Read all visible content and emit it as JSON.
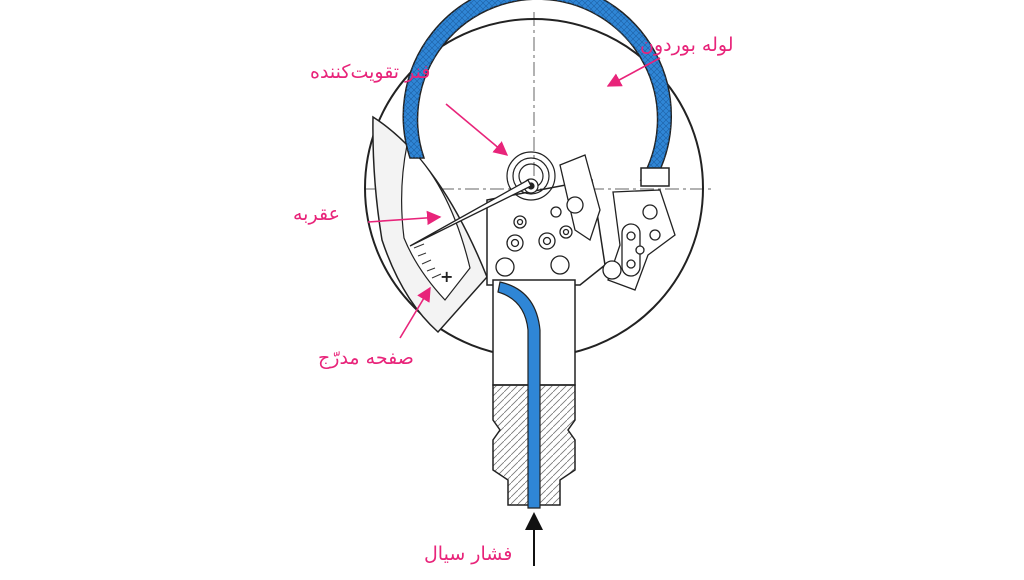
{
  "labels": {
    "bourdon_tube": "لوله بوردون",
    "reinforcing_spring": "فنر تقویت‌کننده",
    "pointer": "عقربه",
    "graduated_dial": "صفحه مدرّج",
    "fluid_pressure": "فشار سیال"
  },
  "colors": {
    "label": "#e8247a",
    "tube_fill": "#2f86d6",
    "outline": "#222222",
    "centerline": "#666666"
  }
}
